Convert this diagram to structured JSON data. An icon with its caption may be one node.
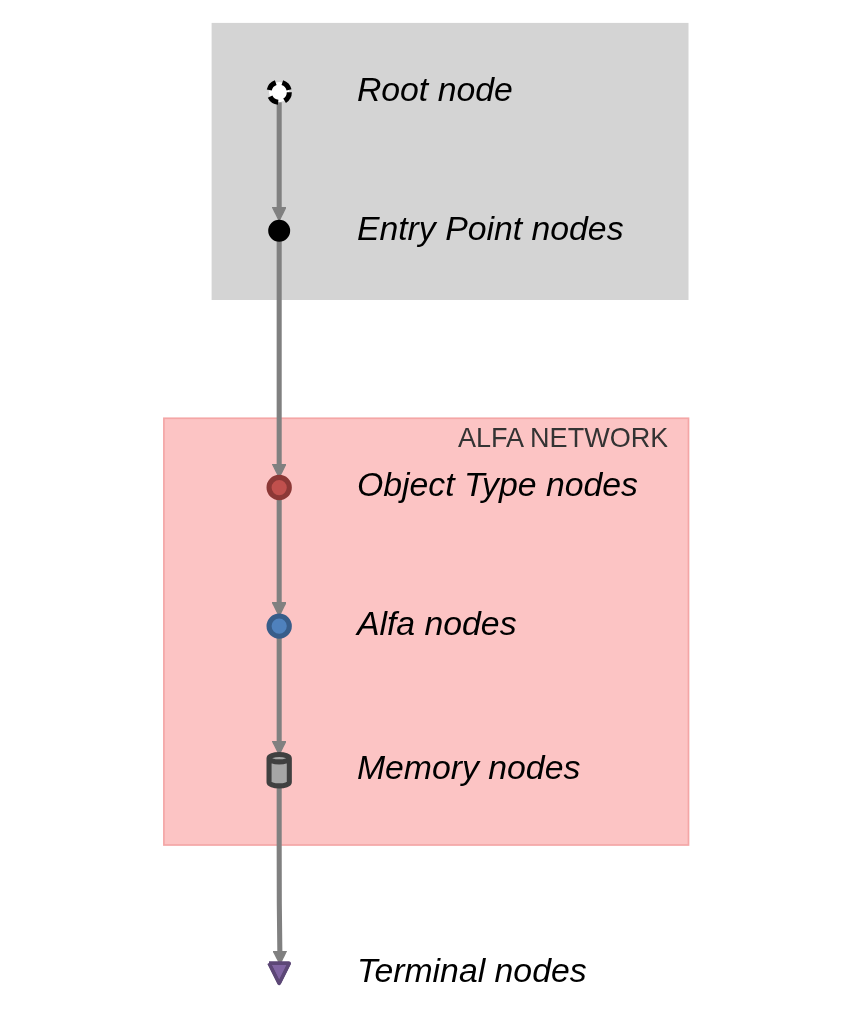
{
  "diagram": {
    "nodes": [
      {
        "text": [],
        "shape": "band"
      },
      {
        "text": [],
        "shape": "circle",
        "in": 0,
        "beside": [
          "Root node"
        ]
      },
      {
        "text": [],
        "shape": "circle",
        "in": 0,
        "beside": [
          "Entry Point nodes"
        ]
      },
      {
        "text": [
          "ALFA NETWORK"
        ]
      },
      {
        "text": [],
        "shape": "circle",
        "in": 3,
        "beside": [
          "Object Type nodes"
        ]
      },
      {
        "text": [],
        "shape": "circle",
        "in": 3,
        "beside": [
          "Alfa nodes"
        ]
      },
      {
        "text": [],
        "shape": "cylinder",
        "in": 3,
        "beside": [
          "Memory nodes"
        ]
      },
      {
        "text": [],
        "shape": "triangle",
        "beside": [
          "Terminal nodes"
        ]
      }
    ],
    "edges": [
      {
        "from": 1,
        "to": 2,
        "arrow": "to"
      },
      {
        "from": 2,
        "to": 4,
        "arrow": "to"
      },
      {
        "from": 4,
        "to": 5,
        "arrow": "to"
      },
      {
        "from": 5,
        "to": 6,
        "arrow": "to"
      },
      {
        "from": 6,
        "to": 7,
        "arrow": "to"
      }
    ]
  }
}
